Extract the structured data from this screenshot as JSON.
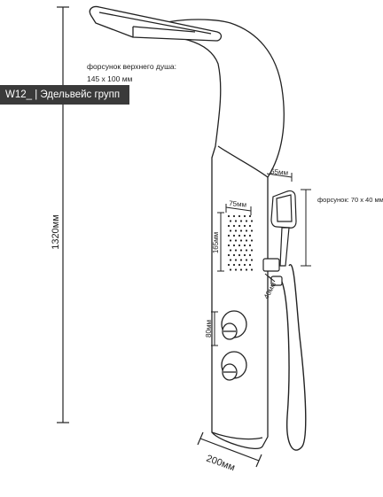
{
  "badge": {
    "text": "W12_ | Эдельвейс групп"
  },
  "labels": {
    "top_nozzle_title": "форсунок верхнего душа:",
    "top_nozzle_size": "145 x 100 мм",
    "hand_nozzle": "форсунок: 70 x 40 мм",
    "height": "1320мм",
    "width": "200мм",
    "dim_55": "55мм",
    "dim_75": "75мм",
    "dim_165": "165мм",
    "dim_40": "40мм",
    "dim_80": "80мм"
  },
  "colors": {
    "line": "#222222",
    "badge_bg": "#3a3a3a",
    "badge_text": "#ffffff"
  }
}
